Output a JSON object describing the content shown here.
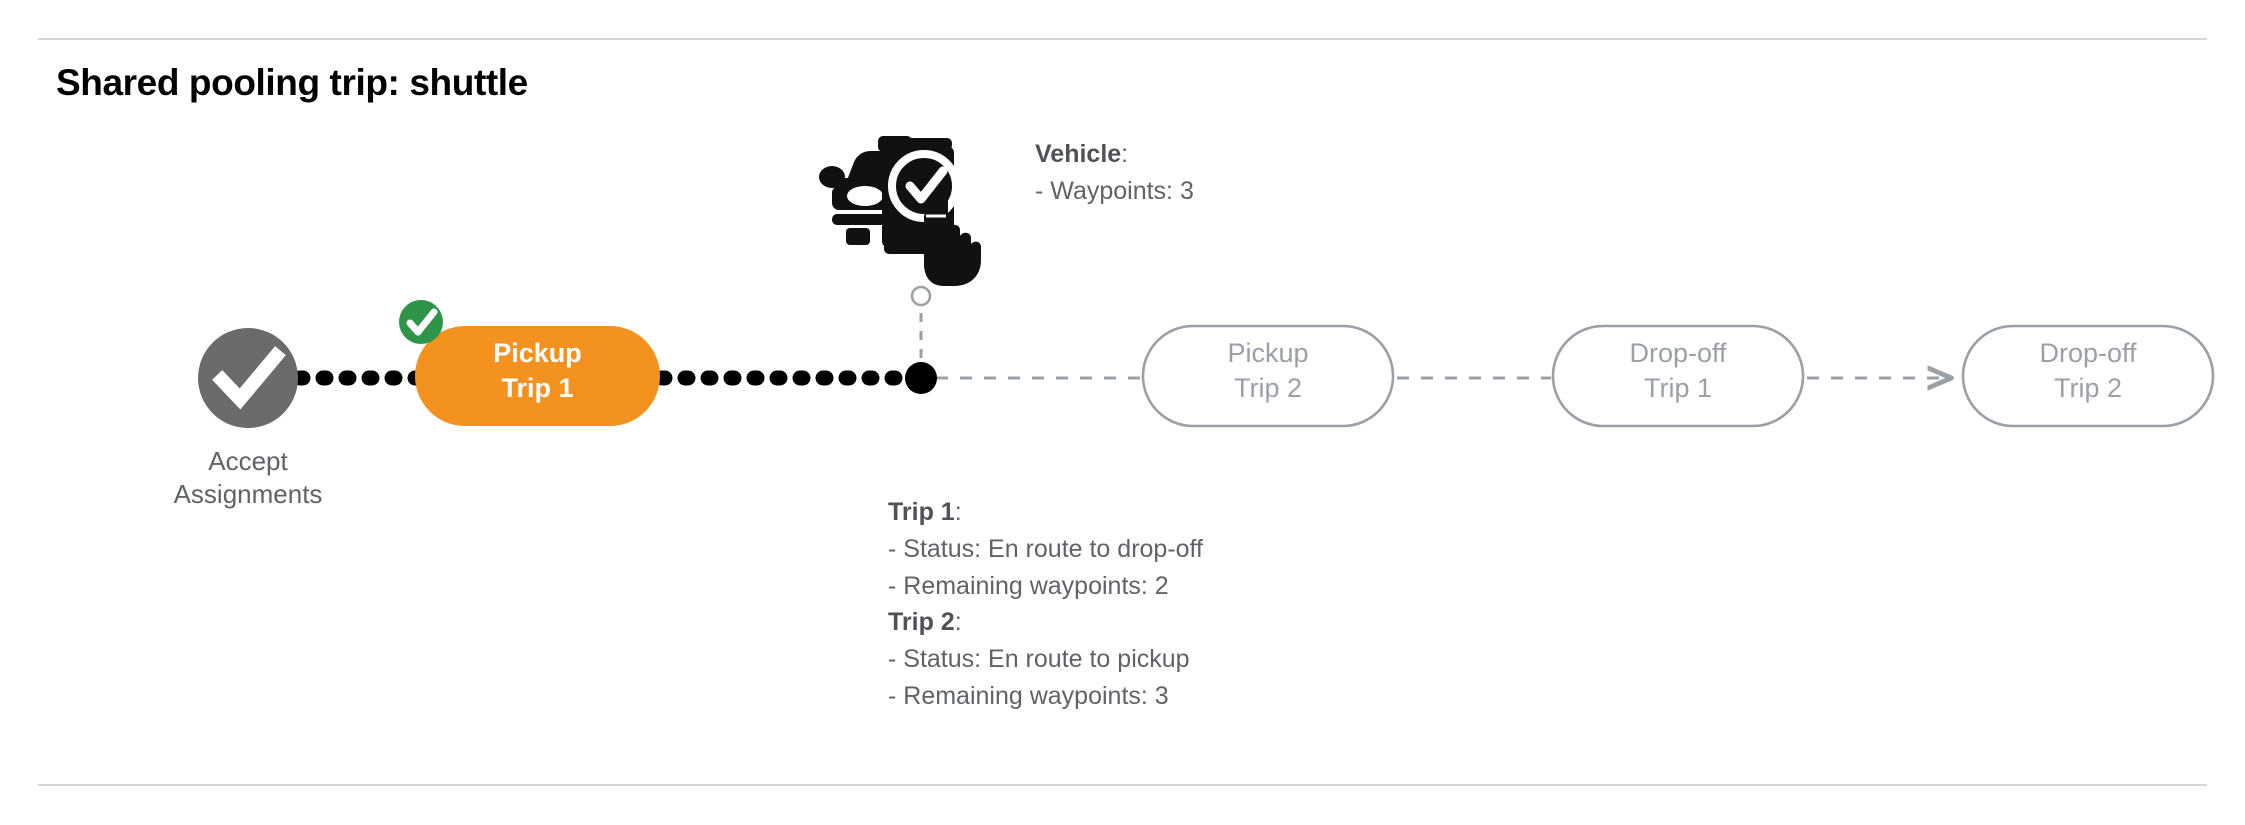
{
  "page": {
    "title": "Shared pooling trip: shuttle",
    "divider_color": "#d6d6d6",
    "background": "#ffffff"
  },
  "colors": {
    "accent_orange": "#f3921f",
    "badge_green": "#2e9447",
    "completed_gray": "#6b6b6b",
    "ghost_gray": "#9aa0a6",
    "text_gray": "#5f6368",
    "track_black": "#000000"
  },
  "timeline": {
    "start_node": {
      "name": "accept-assignments",
      "label": "Accept\nAssignments",
      "icon": "check-circle-icon",
      "state": "completed"
    },
    "nodes": [
      {
        "name": "pickup-trip-1",
        "label": "Pickup\nTrip 1",
        "state": "active",
        "badge": "check-badge-icon"
      },
      {
        "name": "pickup-trip-2",
        "label": "Pickup\nTrip 2",
        "state": "upcoming",
        "badge": null
      },
      {
        "name": "dropoff-trip-1",
        "label": "Drop-off\nTrip 1",
        "state": "upcoming",
        "badge": null
      },
      {
        "name": "dropoff-trip-2",
        "label": "Drop-off\nTrip 2",
        "state": "upcoming",
        "badge": null
      }
    ],
    "vehicle_marker": {
      "name": "vehicle-position-marker",
      "icon": "car-phone-check-icon"
    }
  },
  "vehicle_info": {
    "heading": "Vehicle",
    "heading_suffix": ":",
    "lines": [
      "- Waypoints: 3"
    ]
  },
  "trip_info": [
    {
      "heading": "Trip 1",
      "heading_suffix": ":",
      "lines": [
        "- Status:  En route to drop-off",
        "- Remaining waypoints: 2"
      ]
    },
    {
      "heading": "Trip 2",
      "heading_suffix": ":",
      "lines": [
        "- Status:  En route to pickup",
        "- Remaining waypoints: 3"
      ]
    }
  ]
}
